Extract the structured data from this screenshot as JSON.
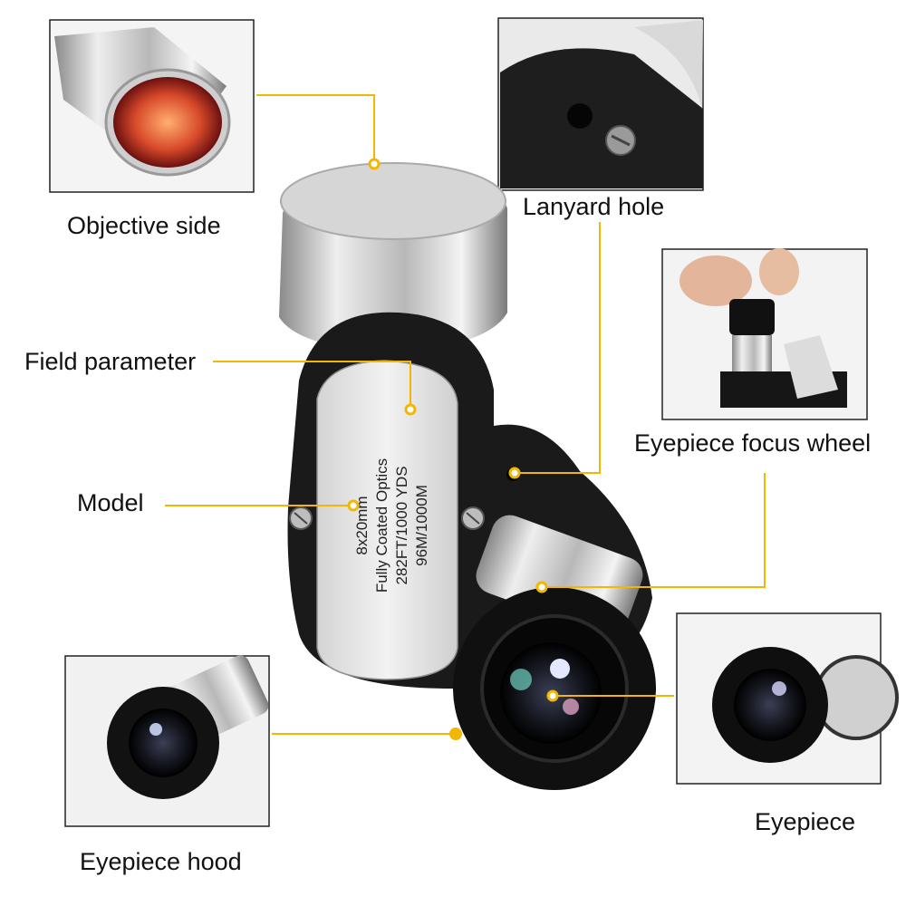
{
  "labels": {
    "objective_side": "Objective side",
    "lanyard_hole": "Lanyard hole",
    "eyepiece_focus_wheel": "Eyepiece focus wheel",
    "field_parameter": "Field parameter",
    "model": "Model",
    "eyepiece": "Eyepiece",
    "eyepiece_hood": "Eyepiece hood"
  },
  "plate": {
    "line1": "8x20mm",
    "line2": "Fully Coated Optics",
    "line3": "282FT/1000 YDS",
    "line4": "96M/1000M"
  },
  "colors": {
    "callout": "#f2b705",
    "body": "#1a1a1a",
    "silver": "#c8c8c8"
  }
}
